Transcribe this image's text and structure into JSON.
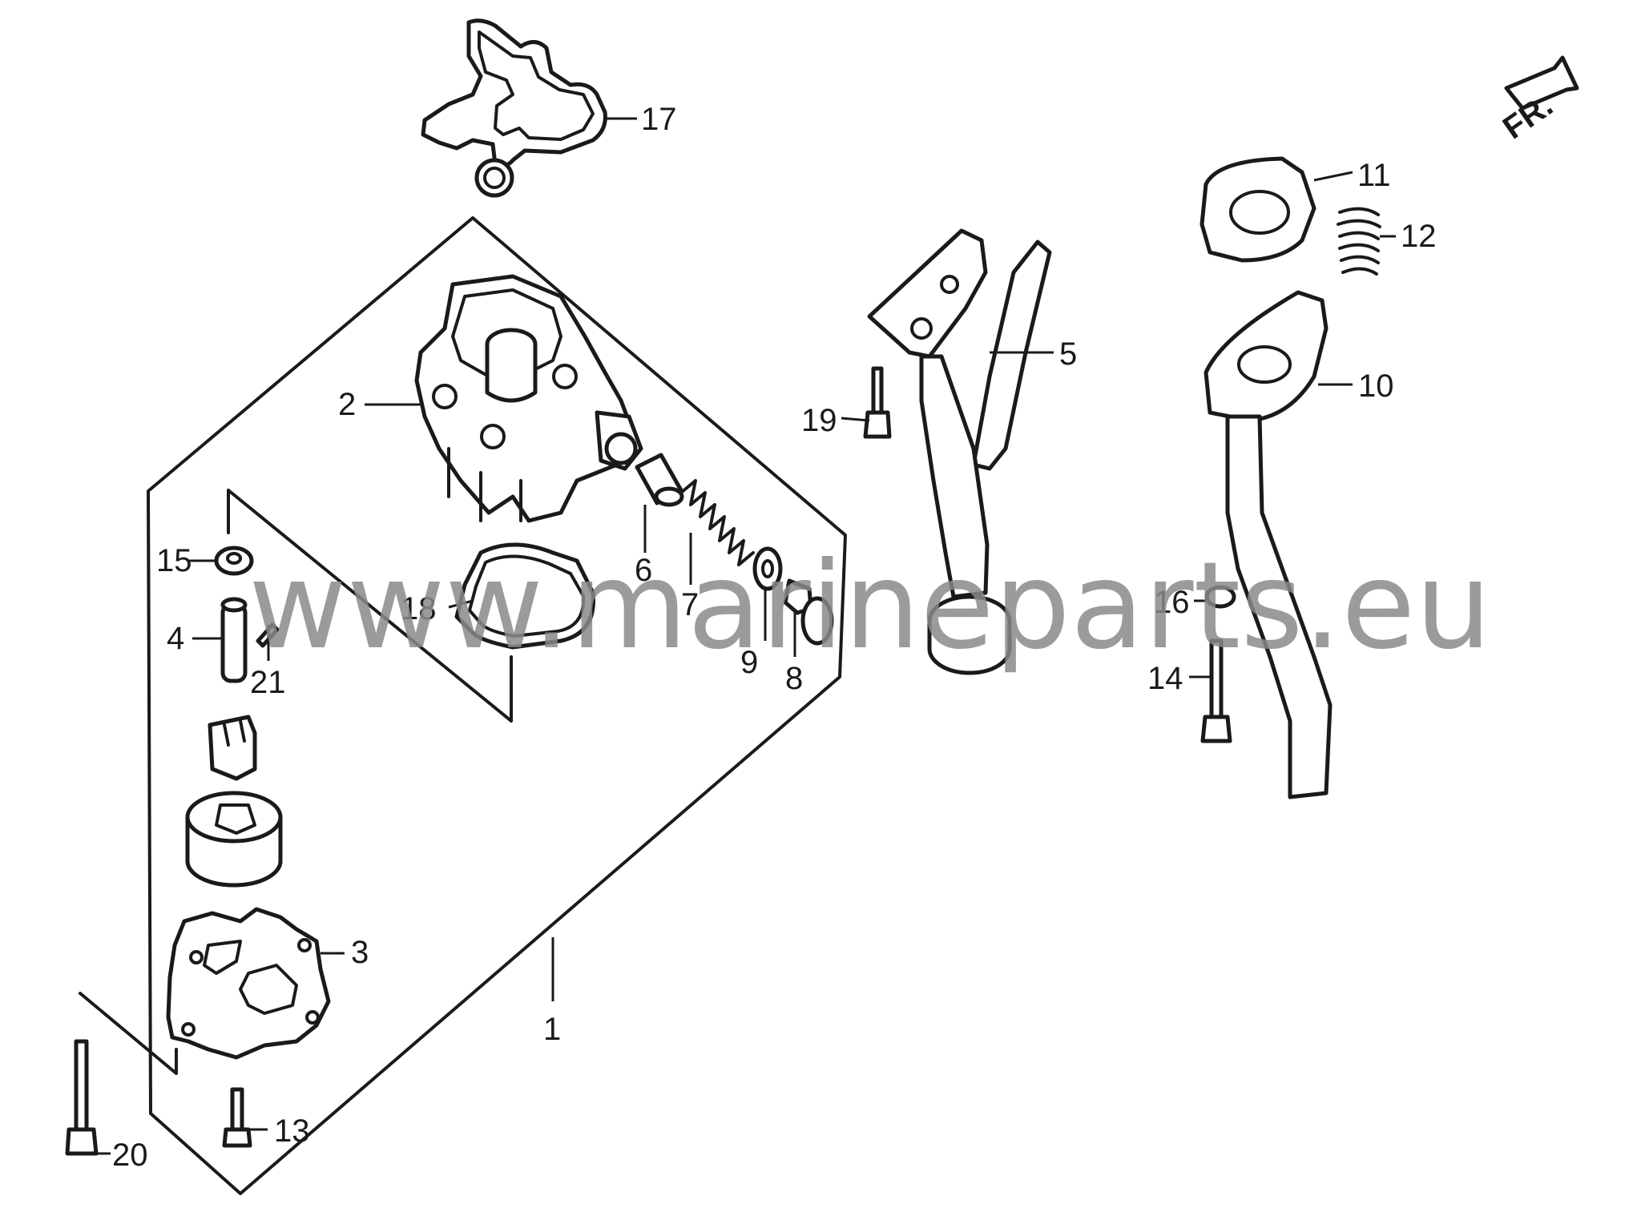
{
  "callouts": {
    "p1": "1",
    "p2": "2",
    "p3": "3",
    "p4": "4",
    "p5": "5",
    "p6": "6",
    "p7": "7",
    "p8": "8",
    "p9": "9",
    "p10": "10",
    "p11": "11",
    "p12": "12",
    "p13": "13",
    "p14": "14",
    "p15": "15",
    "p16": "16",
    "p17": "17",
    "p18": "18",
    "p19": "19",
    "p20": "20",
    "p21": "21"
  },
  "direction_label": "FR.",
  "watermark": "www.marineparts.eu"
}
